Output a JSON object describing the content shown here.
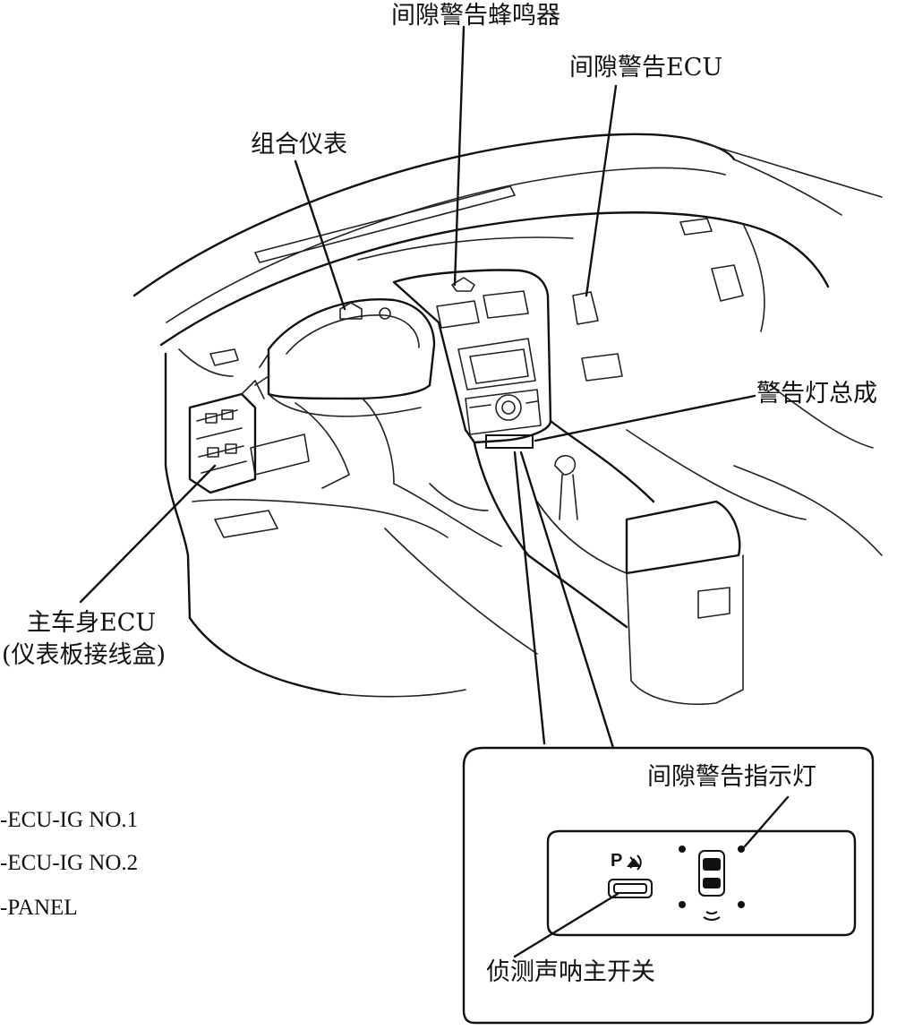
{
  "labels": {
    "buzzer": "间隙警告蜂鸣器",
    "clearance_ecu": "间隙警告ECU",
    "combination_meter": "组合仪表",
    "warning_light_assembly": "警告灯总成",
    "main_body_ecu_line1": "主车身ECU",
    "main_body_ecu_line2": "(仪表板接线盒)",
    "indicator_light": "间隙警告指示灯",
    "sonar_main_switch": "侦测声呐主开关"
  },
  "fuses": [
    "-ECU-IG NO.1",
    "-ECU-IG NO.2",
    "-PANEL"
  ],
  "switch_icon_text": "P"
}
